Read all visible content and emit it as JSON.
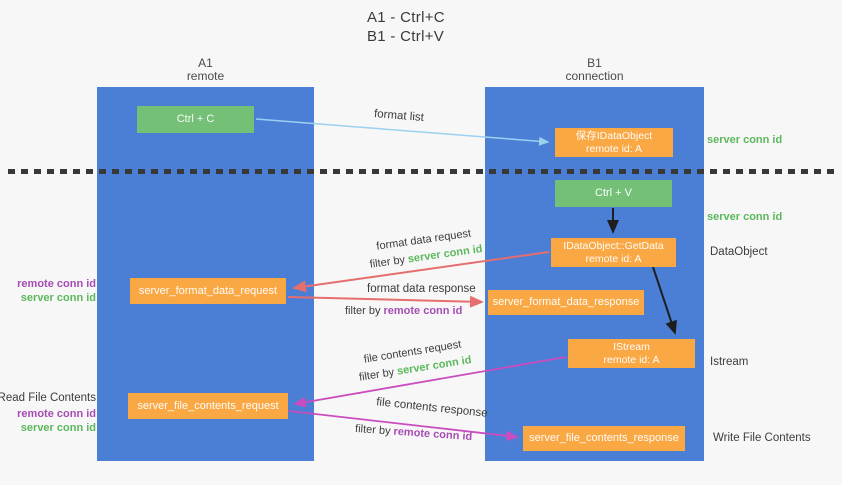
{
  "title": {
    "line1": "A1 - Ctrl+C",
    "line2": "B1 - Ctrl+V"
  },
  "lifelines": {
    "a": {
      "name": "A1",
      "role": "remote"
    },
    "b": {
      "name": "B1",
      "role": "connection"
    }
  },
  "nodes": {
    "ctrl_c": "Ctrl + C",
    "ctrl_v": "Ctrl + V",
    "save_idataobject": {
      "line1": "保存IDataObject",
      "line2": "remote id: A"
    },
    "getdata": {
      "line1": "IDataObject::GetData",
      "line2": "remote id: A"
    },
    "istream": {
      "line1": "IStream",
      "line2": "remote id: A"
    },
    "server_format_data_request": "server_format_data_request",
    "server_format_data_response": "server_format_data_response",
    "server_file_contents_request": "server_file_contents_request",
    "server_file_contents_response": "server_file_contents_response"
  },
  "arrow_labels": {
    "format_list": "format list",
    "format_data_request": "format data request",
    "format_data_response": "format data response",
    "file_contents_request": "file contents request",
    "file_contents_response": "file contents response",
    "filter_by": "filter by",
    "server_conn_id": "server conn id",
    "remote_conn_id": "remote conn id"
  },
  "side_labels": {
    "server_conn_id_top": "server conn id",
    "server_conn_id_mid": "server conn id",
    "dataobject": "DataObject",
    "istream": "Istream",
    "write_file_contents": "Write File Contents",
    "read_file_contents": "Read File Contents",
    "remote_conn_id": "remote conn id",
    "server_conn_id": "server conn id"
  },
  "colors": {
    "lifeline_blue": "#4a7fd5",
    "node_green": "#74c077",
    "node_orange": "#f9a844",
    "label_green": "#5cb85c",
    "label_purple": "#a64db3",
    "arrow_red": "#e56e6e",
    "arrow_pink": "#ca4dc0",
    "arrow_light_blue": "#9cd0f0",
    "arrow_black": "#1e1e1e"
  }
}
